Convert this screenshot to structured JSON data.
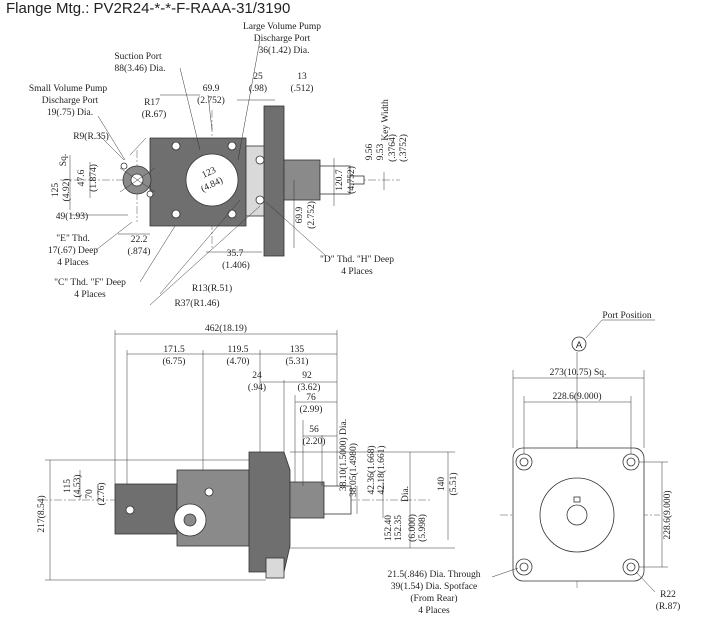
{
  "title": "Flange Mtg.: PV2R24-*-*-F-RAAA-31/3190",
  "top_view": {
    "suction_port": [
      "Suction Port",
      "88(3.46) Dia."
    ],
    "large_volume": [
      "Large Volume Pump",
      "Discharge Port",
      "36(1.42) Dia."
    ],
    "small_volume": [
      "Small Volume Pump",
      "Discharge Port",
      "19(.75) Dia."
    ],
    "r17": [
      "R17",
      "(R.67)"
    ],
    "d69_9": [
      "69.9",
      "(2.752)"
    ],
    "d25": [
      "25",
      "(.98)"
    ],
    "d13": [
      "13",
      "(.512)"
    ],
    "key_width": "Key Width",
    "key_dims": [
      "9.56",
      "9.53",
      "(.3764)",
      "(.3752)"
    ],
    "r9": "R9(R.35)",
    "sq125": [
      "125",
      "(4.92)",
      "Sq."
    ],
    "d47_6": [
      "47.6",
      "(1.874)"
    ],
    "d123": [
      "123",
      "(4.84)"
    ],
    "d120_7": [
      "120.7",
      "(4.752)"
    ],
    "d69_9v": [
      "69.9",
      "(2.752)"
    ],
    "d49": "49(1.93)",
    "d22_2": [
      "22.2",
      "(.874)"
    ],
    "d35_7": [
      "35.7",
      "(1.406)"
    ],
    "e_thd": [
      "\"E\" Thd.",
      "17(.67) Deep",
      "4 Places"
    ],
    "c_thd": [
      "\"C\" Thd. \"F\" Deep",
      "4 Places"
    ],
    "d_thd": [
      "\"D\" Thd. \"H\" Deep",
      "4 Places"
    ],
    "r13": "R13(R.51)",
    "r37": "R37(R1.46)"
  },
  "side_view": {
    "d462": "462(18.19)",
    "d171_5": [
      "171.5",
      "(6.75)"
    ],
    "d119_5": [
      "119.5",
      "(4.70)"
    ],
    "d135": [
      "135",
      "(5.31)"
    ],
    "d24": [
      "24",
      "(.94)"
    ],
    "d92": [
      "92",
      "(3.62)"
    ],
    "d76": [
      "76",
      "(2.99)"
    ],
    "d56": [
      "56",
      "(2.20)"
    ],
    "shaft1": [
      "38.10(1.5000) Dia.",
      "38.05(1.4980)"
    ],
    "shaft2": [
      "42.36(1.668)",
      "42.18(1.661)"
    ],
    "shaft3": [
      "152.40",
      "152.35",
      "(6.000)",
      "(5.998)",
      "Dia."
    ],
    "d140": [
      "140",
      "(5.51)"
    ],
    "d217": "217(8.54)",
    "d115": [
      "115",
      "(4.53)"
    ],
    "d70": [
      "70",
      "(2.76)"
    ]
  },
  "end_view": {
    "port_position": "Port Position",
    "port_letter": "A",
    "d273": "273(10.75) Sq.",
    "d228_h": "228.6(9.000)",
    "d228_v": "228.6(9.000)",
    "holes": [
      "21.5(.846) Dia. Through",
      "39(1.54) Dia. Spotface",
      "(From Rear)",
      "4 Places"
    ],
    "r22": [
      "R22",
      "(R.87)"
    ]
  }
}
